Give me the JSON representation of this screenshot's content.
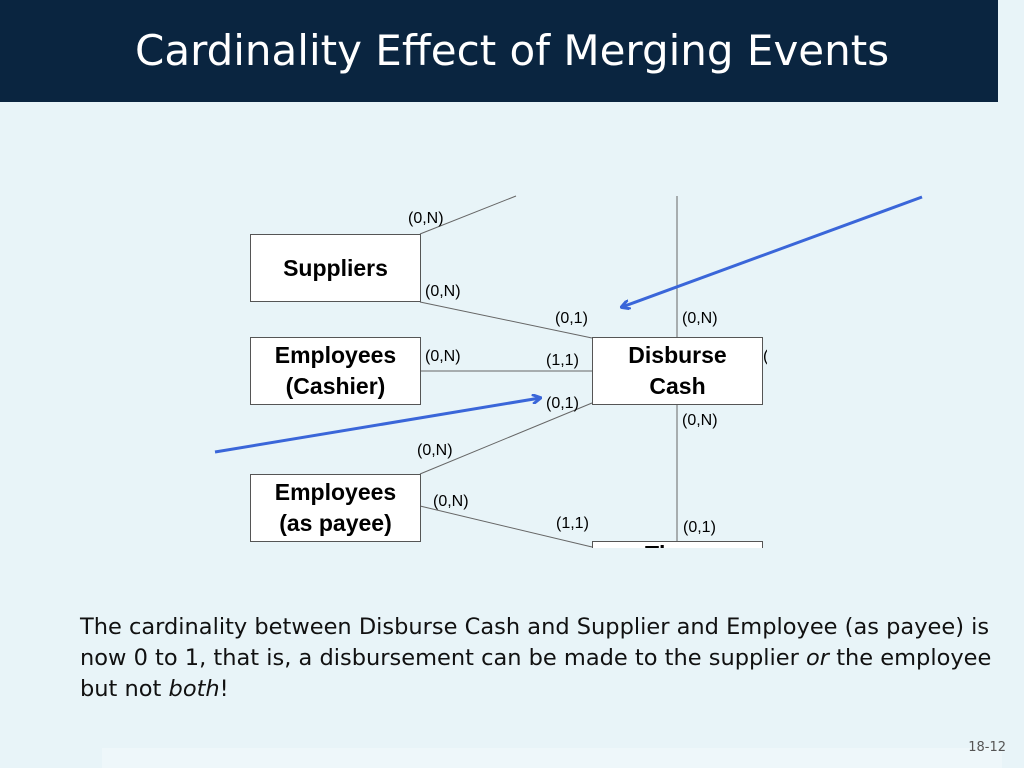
{
  "slide": {
    "title": "Cardinality Effect of Merging Events",
    "number": "18-12"
  },
  "entities": {
    "suppliers": "Suppliers",
    "employees_cashier_line1": "Employees",
    "employees_cashier_line2": "(Cashier)",
    "disburse_cash_line1": "Disburse",
    "disburse_cash_line2": "Cash",
    "employees_payee_line1": "Employees",
    "employees_payee_line2": "(as payee)",
    "bottom_entity_partial": "Th"
  },
  "cardinalities": {
    "suppliers_top": "(0,N)",
    "suppliers_to_disburse": "(0,N)",
    "disburse_from_suppliers": "(0,1)",
    "disburse_top_right": "(0,N)",
    "cashier_to_disburse": "(0,N)",
    "disburse_from_cashier": "(1,1)",
    "disburse_from_payee": "(0,1)",
    "disburse_bottom_right": "(0,N)",
    "payee_top": "(0,N)",
    "payee_to_bottom": "(0,N)",
    "bottom_from_payee": "(1,1)",
    "bottom_right": "(0,1)",
    "right_edge_partial": "("
  },
  "body": {
    "text_part1": "The cardinality between Disburse Cash and Supplier and Employee (as payee) is now 0 to 1, that is, a disbursement can be made to the supplier ",
    "text_or": "or",
    "text_part2": " the employee but not ",
    "text_both": "both",
    "text_end": "!"
  },
  "colors": {
    "header_bg": "#0a2540",
    "background": "#e8f4f8",
    "arrow": "#3a66d9"
  }
}
